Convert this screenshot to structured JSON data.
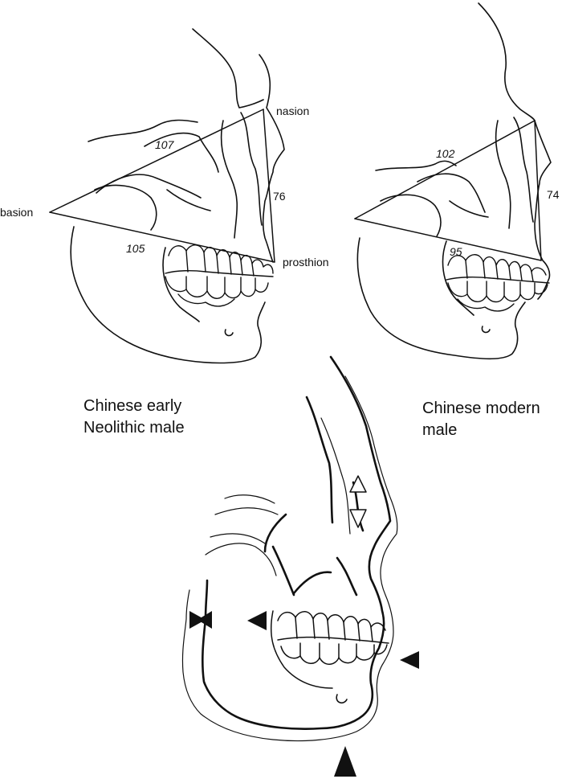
{
  "landmarks": {
    "nasion": "nasion",
    "basion": "basion",
    "prosthion": "prosthion"
  },
  "neolithic": {
    "caption_line1": "Chinese early",
    "caption_line2": "Neolithic male",
    "upper_side": "107",
    "front_side": "76",
    "lower_side": "105"
  },
  "modern": {
    "caption_line1": "Chinese modern",
    "caption_line2": "male",
    "upper_side": "102",
    "front_side": "74",
    "lower_side": "95"
  },
  "colors": {
    "line": "#111111",
    "background": "#ffffff"
  }
}
